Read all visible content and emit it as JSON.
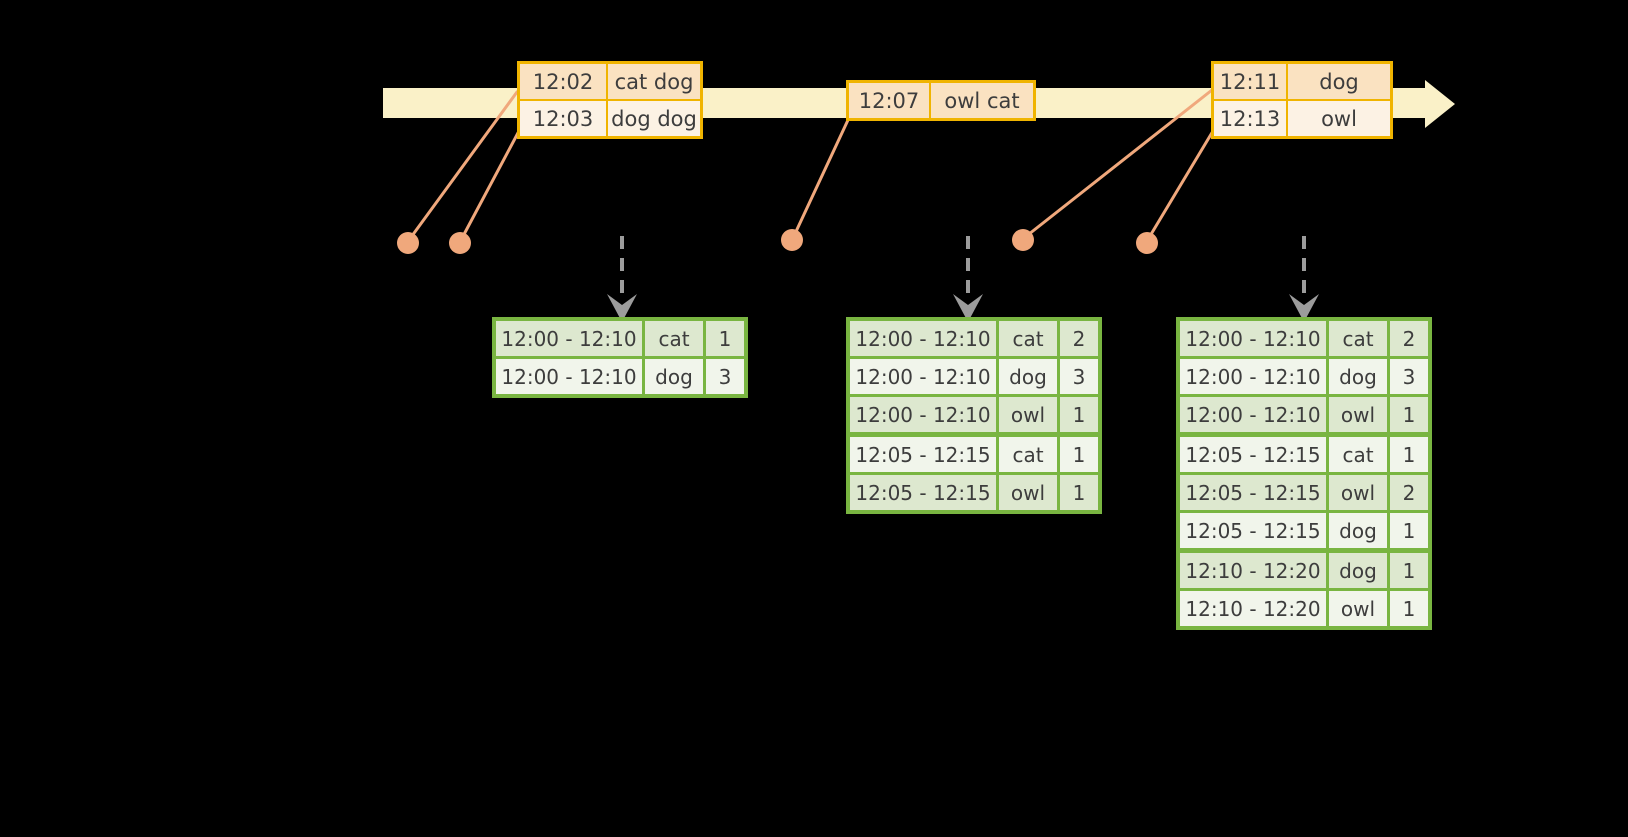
{
  "colors": {
    "background": "#000000",
    "timeline_band": "#FAF1C8",
    "event_table_border": "#F0B400",
    "event_row_dark": "#FAE2C1",
    "event_row_light": "#FCF2E4",
    "connector_line": "#F0A87C",
    "dashed_arrow": "#9C9C9C",
    "result_table_border": "#79B541",
    "result_row_dark": "#DDE8CF",
    "result_row_light": "#F1F5EB",
    "text": "#3D3D3D"
  },
  "event_tables": [
    {
      "rows": [
        {
          "time": "12:02",
          "words": "cat dog"
        },
        {
          "time": "12:03",
          "words": "dog dog"
        }
      ]
    },
    {
      "rows": [
        {
          "time": "12:07",
          "words": "owl cat"
        }
      ]
    },
    {
      "rows": [
        {
          "time": "12:11",
          "words": "dog"
        },
        {
          "time": "12:13",
          "words": "owl"
        }
      ]
    }
  ],
  "result_tables": [
    {
      "rows": [
        {
          "window": "12:00 - 12:10",
          "word": "cat",
          "count": "1"
        },
        {
          "window": "12:00 - 12:10",
          "word": "dog",
          "count": "3"
        }
      ]
    },
    {
      "rows": [
        {
          "window": "12:00 - 12:10",
          "word": "cat",
          "count": "2"
        },
        {
          "window": "12:00 - 12:10",
          "word": "dog",
          "count": "3"
        },
        {
          "window": "12:00 - 12:10",
          "word": "owl",
          "count": "1"
        },
        {
          "window": "12:05 - 12:15",
          "word": "cat",
          "count": "1"
        },
        {
          "window": "12:05 - 12:15",
          "word": "owl",
          "count": "1"
        }
      ]
    },
    {
      "rows": [
        {
          "window": "12:00 - 12:10",
          "word": "cat",
          "count": "2"
        },
        {
          "window": "12:00 - 12:10",
          "word": "dog",
          "count": "3"
        },
        {
          "window": "12:00 - 12:10",
          "word": "owl",
          "count": "1"
        },
        {
          "window": "12:05 - 12:15",
          "word": "cat",
          "count": "1"
        },
        {
          "window": "12:05 - 12:15",
          "word": "owl",
          "count": "2"
        },
        {
          "window": "12:05 - 12:15",
          "word": "dog",
          "count": "1"
        },
        {
          "window": "12:10 - 12:20",
          "word": "dog",
          "count": "1"
        },
        {
          "window": "12:10 - 12:20",
          "word": "owl",
          "count": "1"
        }
      ]
    }
  ]
}
